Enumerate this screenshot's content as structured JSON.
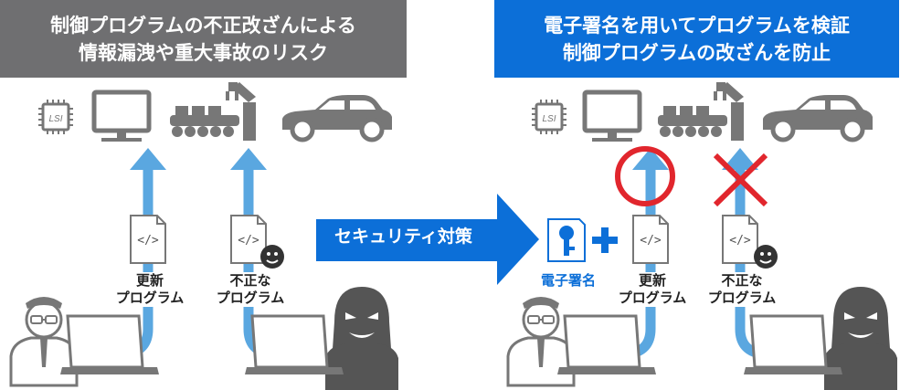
{
  "left_banner": {
    "line1": "制御プログラムの不正改ざんによる",
    "line2": "情報漏洩や重大事故のリスク",
    "color": "#6f6f71"
  },
  "right_banner": {
    "line1": "電子署名を用いてプログラムを検証",
    "line2": "制御プログラムの改ざんを防止",
    "color": "#0c6fd8"
  },
  "center_arrow": {
    "label": "セキュリティ対策",
    "color": "#0c6fd8"
  },
  "left_side": {
    "update_program": {
      "line1": "更新",
      "line2": "プログラム"
    },
    "malicious_program": {
      "line1": "不正な",
      "line2": "プログラム"
    }
  },
  "right_side": {
    "signature": {
      "label": "電子署名"
    },
    "update_program": {
      "line1": "更新",
      "line2": "プログラム"
    },
    "malicious_program": {
      "line1": "不正な",
      "line2": "プログラム"
    }
  },
  "chip_label": "LSI",
  "file_glyph": "</>",
  "colors": {
    "arrow": "#5aa7e0",
    "ok": "#e1262d",
    "ng": "#e1262d",
    "icon": "#777777"
  },
  "icons": [
    "lsi-chip-icon",
    "monitor-icon",
    "factory-robot-icon",
    "car-icon",
    "file-code-icon",
    "key-icon",
    "plus-icon",
    "check-circle-icon",
    "cross-icon",
    "developer-icon",
    "hacker-icon",
    "laptop-icon"
  ]
}
